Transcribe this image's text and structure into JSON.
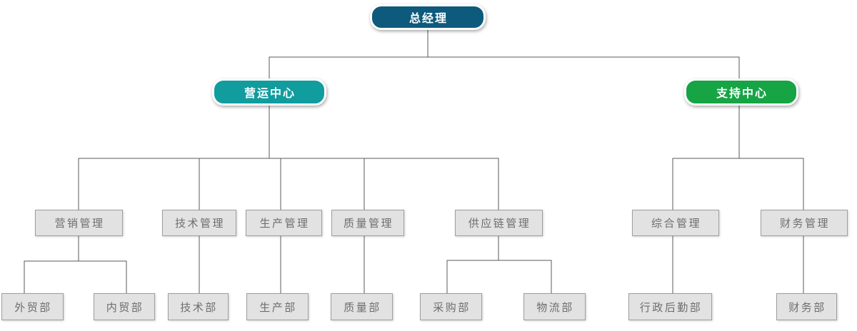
{
  "diagram": {
    "type": "org-chart",
    "background": "#ffffff",
    "styles": {
      "line": "#595959",
      "root": {
        "fill": "#0e5a7c",
        "text": "#ffffff"
      },
      "teal": {
        "fill": "#119c9e",
        "text": "#ffffff"
      },
      "green": {
        "fill": "#16a445",
        "text": "#ffffff"
      },
      "dept": {
        "fill": "#e2e2e2",
        "border": "#9f9f9f",
        "text": "#6e6e6e"
      }
    },
    "nodes": {
      "general_manager": "总经理",
      "operations_center": "营运中心",
      "support_center": "支持中心",
      "marketing_mgmt": "营销管理",
      "tech_mgmt": "技术管理",
      "production_mgmt": "生产管理",
      "quality_mgmt": "质量管理",
      "supply_chain_mgmt": "供应链管理",
      "general_affairs_mgmt": "综合管理",
      "finance_mgmt": "财务管理",
      "foreign_trade_dept": "外贸部",
      "domestic_trade_dept": "内贸部",
      "tech_dept": "技术部",
      "production_dept": "生产部",
      "quality_dept": "质量部",
      "purchasing_dept": "采购部",
      "logistics_dept": "物流部",
      "admin_logistics_dept": "行政后勤部",
      "finance_dept": "财务部"
    },
    "hierarchy": {
      "id": "general_manager",
      "children": [
        {
          "id": "operations_center",
          "children": [
            {
              "id": "marketing_mgmt",
              "children": [
                {
                  "id": "foreign_trade_dept"
                },
                {
                  "id": "domestic_trade_dept"
                }
              ]
            },
            {
              "id": "tech_mgmt",
              "children": [
                {
                  "id": "tech_dept"
                }
              ]
            },
            {
              "id": "production_mgmt",
              "children": [
                {
                  "id": "production_dept"
                }
              ]
            },
            {
              "id": "quality_mgmt",
              "children": [
                {
                  "id": "quality_dept"
                }
              ]
            },
            {
              "id": "supply_chain_mgmt",
              "children": [
                {
                  "id": "purchasing_dept"
                },
                {
                  "id": "logistics_dept"
                }
              ]
            }
          ]
        },
        {
          "id": "support_center",
          "children": [
            {
              "id": "general_affairs_mgmt",
              "children": [
                {
                  "id": "admin_logistics_dept"
                }
              ]
            },
            {
              "id": "finance_mgmt",
              "children": [
                {
                  "id": "finance_dept"
                }
              ]
            }
          ]
        }
      ]
    }
  }
}
